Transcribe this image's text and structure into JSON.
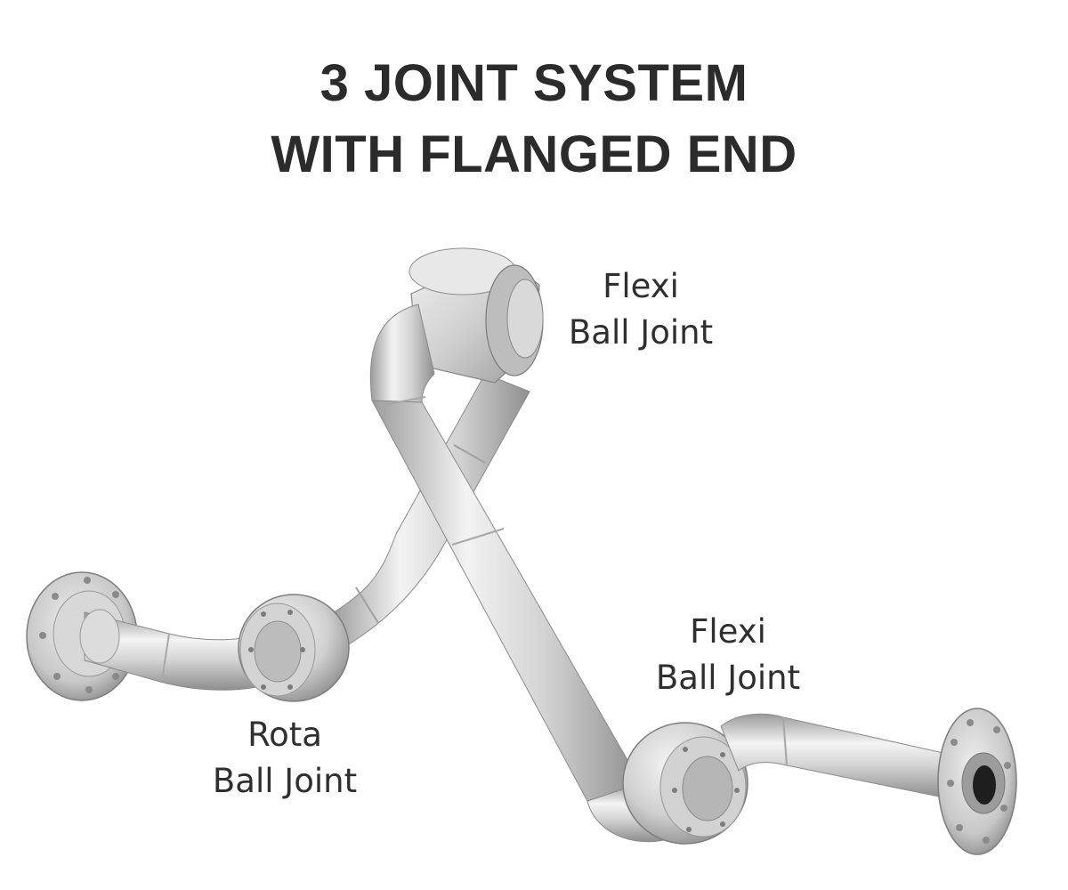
{
  "title": {
    "line1": "3 JOINT SYSTEM",
    "line2": "WITH FLANGED END"
  },
  "callouts": {
    "top_joint": {
      "line1": "Flexi",
      "line2": "Ball Joint"
    },
    "right_joint": {
      "line1": "Flexi",
      "line2": "Ball Joint"
    },
    "left_joint": {
      "line1": "Rota",
      "line2": "Ball Joint"
    }
  },
  "colors": {
    "background": "#ffffff",
    "text": "#2b2b2b",
    "steel_light": "#f2f2f2",
    "steel_mid": "#c4c4c4",
    "steel_dark": "#8a8a8a"
  }
}
